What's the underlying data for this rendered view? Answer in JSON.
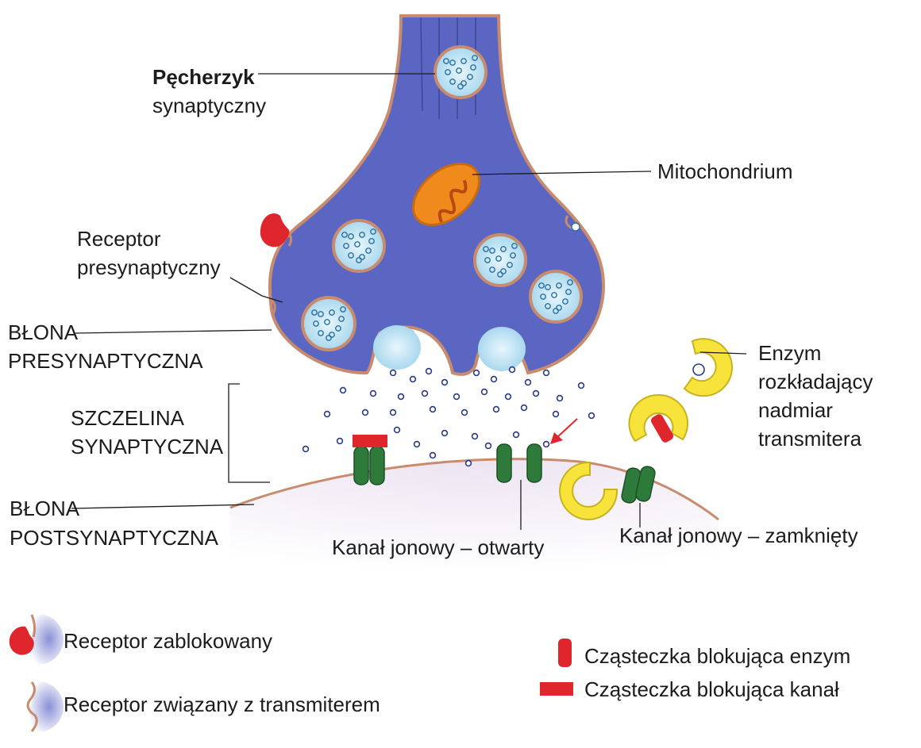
{
  "labels": {
    "vesicle_bold": "Pęcherzyk",
    "vesicle_sub": "synaptyczny",
    "mitochondrium": "Mitochondrium",
    "receptor_pre_1": "Receptor",
    "receptor_pre_2": "presynaptyczny",
    "membrane_pre_1": "BŁONA",
    "membrane_pre_2": "PRESYNAPTYCZNA",
    "cleft_1": "SZCZELINA",
    "cleft_2": "SYNAPTYCZNA",
    "membrane_post_1": "BŁONA",
    "membrane_post_2": "POSTSYNAPTYCZNA",
    "enzyme_1": "Enzym",
    "enzyme_2": "rozkładający",
    "enzyme_3": "nadmiar",
    "enzyme_4": "transmitera",
    "channel_open": "Kanał jonowy – otwarty",
    "channel_closed": "Kanał jonowy – zamknięty"
  },
  "legend": {
    "receptor_blocked": "Receptor zablokowany",
    "receptor_bound": "Receptor związany z transmiterem",
    "enzyme_blocker": "Cząsteczka blokująca enzym",
    "channel_blocker": "Cząsteczka blokująca kanał"
  },
  "colors": {
    "terminal": "#5a66c2",
    "terminal_outline": "#c98b6e",
    "vesicle": "#bfe3f3",
    "mitochondrion": "#f08a1c",
    "channel": "#2e7a3a",
    "enzyme": "#f7e33a",
    "blocker": "#e0262d",
    "postsynaptic": "#e9dfee"
  }
}
